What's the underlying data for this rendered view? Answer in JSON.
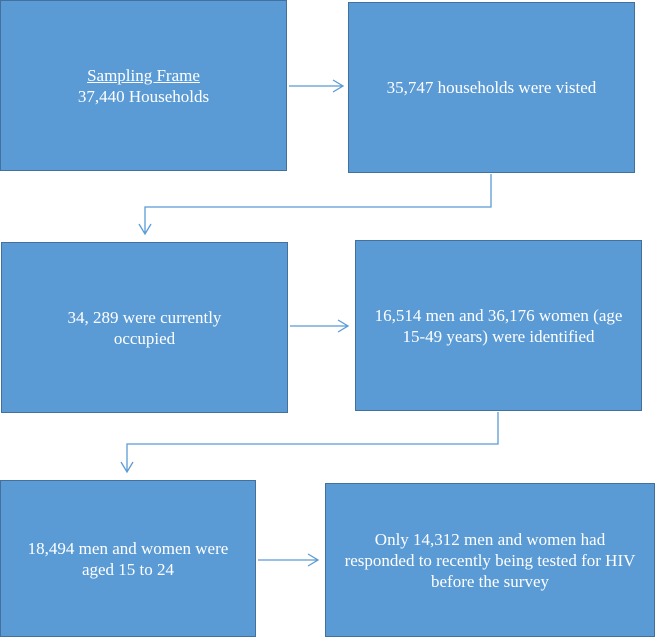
{
  "boxes": {
    "frame": {
      "title": "Sampling Frame",
      "text": "37,440 Households"
    },
    "visited": {
      "text": "35,747 households were visted"
    },
    "occupied": {
      "text": "34, 289 were currently occupied"
    },
    "identified": {
      "text": "16,514 men and 36,176 women (age 15-49 years)  were identified"
    },
    "aged": {
      "text": "18,494 men and women were aged 15 to 24"
    },
    "responded": {
      "text": "Only 14,312 men and women had responded to recently being tested for HIV before the survey"
    }
  },
  "colors": {
    "box_fill": "#5b9bd5",
    "box_border": "#41719c",
    "arrow": "#5b9bd5",
    "text": "#ffffff"
  }
}
